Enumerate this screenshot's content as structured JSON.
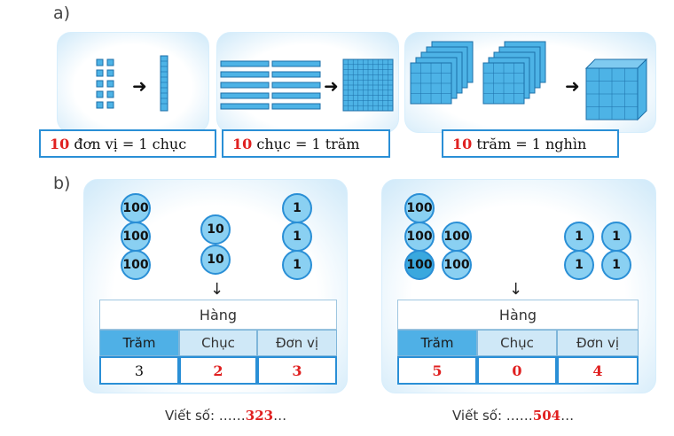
{
  "part_a_label": "a)",
  "part_b_label": "b)",
  "equations": [
    {
      "number": "10",
      "text": " đơn vị = 1 chục"
    },
    {
      "number": "10",
      "text": " chục = 1 trăm"
    },
    {
      "number": "10",
      "text": " trăm = 1 nghìn"
    }
  ],
  "arrow": "➜",
  "down_arrow": "↓",
  "example1": {
    "coins_hundreds": [
      "100",
      "100",
      "100"
    ],
    "coins_tens": [
      "10",
      "10"
    ],
    "coins_ones": [
      "1",
      "1",
      "1"
    ],
    "header": "Hàng",
    "columns": [
      "Trăm",
      "Chục",
      "Đơn vị"
    ],
    "values": [
      "3",
      "2",
      "3"
    ],
    "write_label": "Viết số: ……",
    "answer": "323",
    "write_suffix": "…"
  },
  "example2": {
    "coins_hundreds": [
      "100",
      "100",
      "100",
      "100",
      "100"
    ],
    "coins_ones": [
      "1",
      "1",
      "1",
      "1"
    ],
    "header": "Hàng",
    "columns": [
      "Trăm",
      "Chục",
      "Đơn vị"
    ],
    "values": [
      "5",
      "0",
      "4"
    ],
    "write_label": "Viết số: ……",
    "answer": "504",
    "write_suffix": "…"
  },
  "colors": {
    "accent": "#2a8fd6",
    "coin": "#8ad0f2",
    "answer": "#e02020",
    "header_blue": "#4fb0e6"
  }
}
